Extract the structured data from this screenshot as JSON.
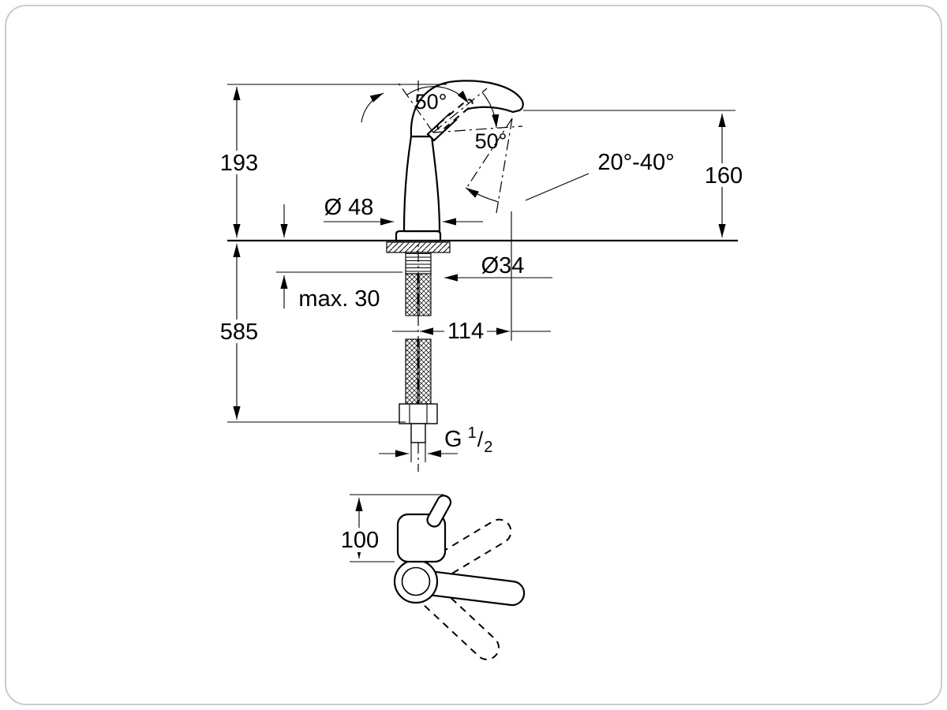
{
  "side_view": {
    "labels": {
      "height_total": "193",
      "hose_length": "585",
      "spout_height": "160",
      "handle_angle_1": "50°",
      "handle_angle_2": "50°",
      "spout_swivel_range": "20°-40°",
      "base_diameter": "Ø 48",
      "mounting_hole_diameter": "Ø34",
      "max_deck_thickness": "max. 30",
      "spout_projection": "114",
      "thread_letter": "G",
      "thread_numerator": "1",
      "thread_slash": "/",
      "thread_denominator": "2"
    }
  },
  "top_view": {
    "labels": {
      "handle_length": "100"
    }
  }
}
